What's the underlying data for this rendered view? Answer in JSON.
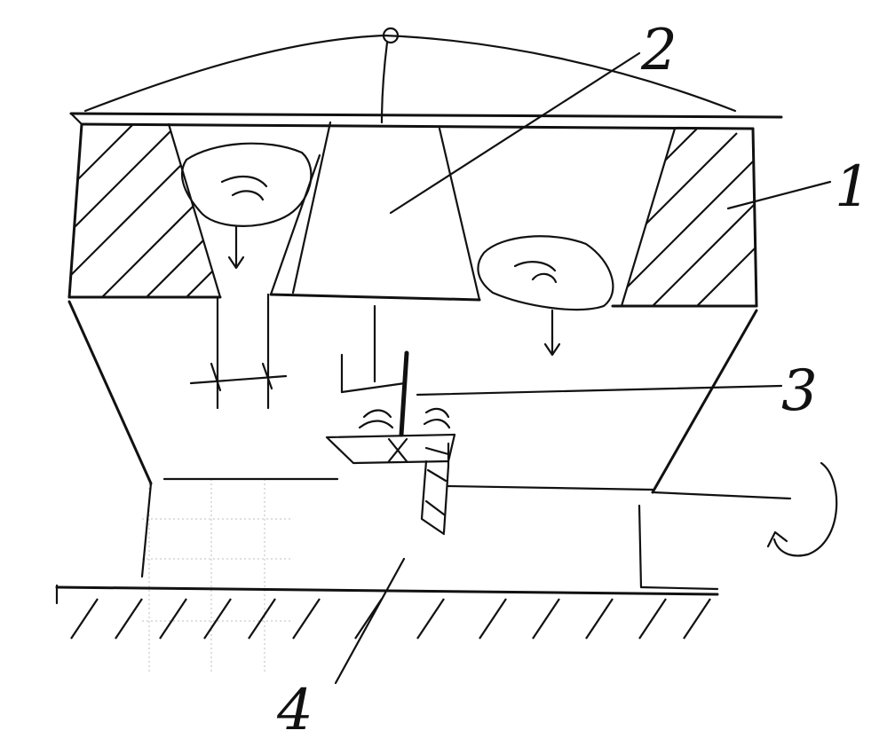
{
  "labels": {
    "part1": "1",
    "part2": "2",
    "part3": "3",
    "part4": "4"
  },
  "colors": {
    "ink": "#111111",
    "paper": "#ffffff",
    "grid": "#bdbdbd"
  },
  "symbols": {
    "rotation": "rotation-arrow-icon",
    "ground": "ground-hatch"
  }
}
